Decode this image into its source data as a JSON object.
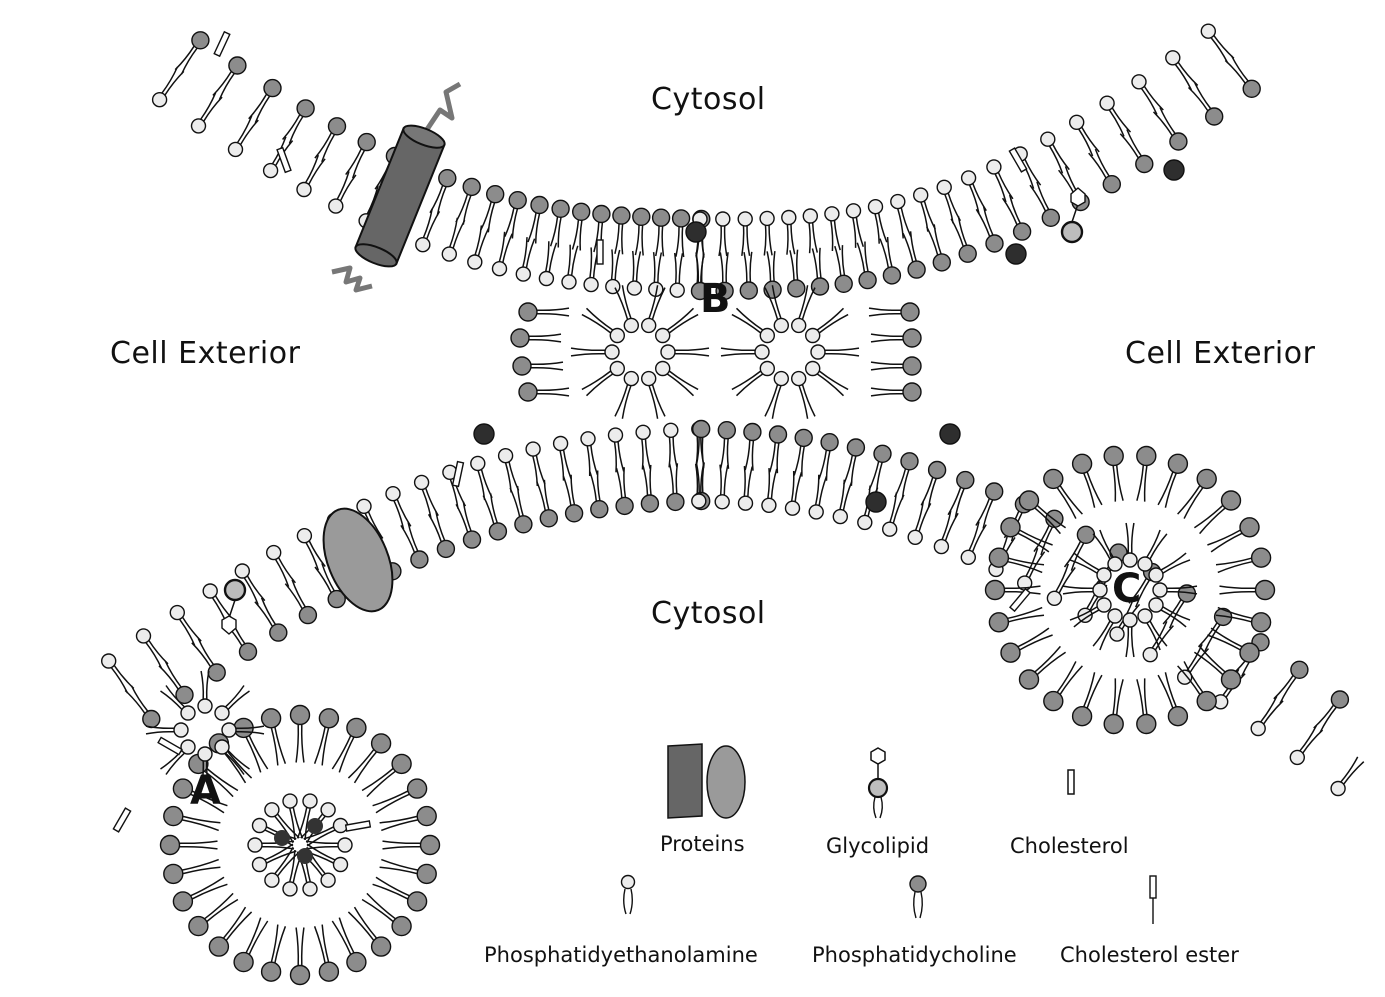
{
  "regions": {
    "top": "Cytosol",
    "bottom": "Cytosol",
    "left": "Cell Exterior",
    "right": "Cell Exterior"
  },
  "markers": {
    "a": "A",
    "b": "B",
    "c": "C"
  },
  "legend": {
    "proteins": "Proteins",
    "glycolipid": "Glycolipid",
    "cholesterol": "Cholesterol",
    "pe": "Phosphatidyethanolamine",
    "pc": "Phosphatidycholine",
    "cholesterol_ester": "Cholesterol ester"
  },
  "colors": {
    "pe_head": "#ececec",
    "pc_head": "#8c8c8c",
    "dark_lipid": "#2e2e2e",
    "protein_dark": "#666666",
    "protein_light": "#9a9a9a",
    "glyco_head": "#bdbdbd",
    "tail": "#111111"
  }
}
